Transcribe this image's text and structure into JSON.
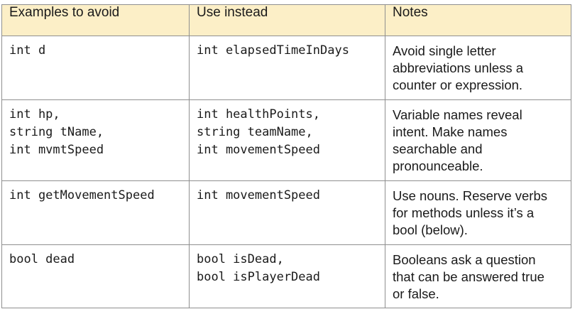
{
  "table": {
    "headers": [
      "Examples to avoid",
      "Use instead",
      "Notes"
    ],
    "rows": [
      {
        "avoid": [
          "int d"
        ],
        "instead": [
          "int elapsedTimeInDays"
        ],
        "notes": [
          "Avoid single letter",
          "abbreviations unless a",
          "counter or expression."
        ]
      },
      {
        "avoid": [
          "int hp,",
          "string tName,",
          "int mvmtSpeed"
        ],
        "instead": [
          "int healthPoints,",
          "string teamName,",
          "int movementSpeed"
        ],
        "notes": [
          "Variable names reveal",
          "intent. Make names",
          "searchable and",
          "pronounceable."
        ]
      },
      {
        "avoid": [
          "int getMovementSpeed"
        ],
        "instead": [
          "int movementSpeed"
        ],
        "notes": [
          "Use nouns. Reserve verbs",
          "for methods unless it’s a",
          "bool (below)."
        ]
      },
      {
        "avoid": [
          "bool dead"
        ],
        "instead": [
          "bool isDead,",
          "bool isPlayerDead"
        ],
        "notes": [
          "Booleans ask a question",
          "that can be answered true",
          "or false."
        ]
      }
    ]
  }
}
